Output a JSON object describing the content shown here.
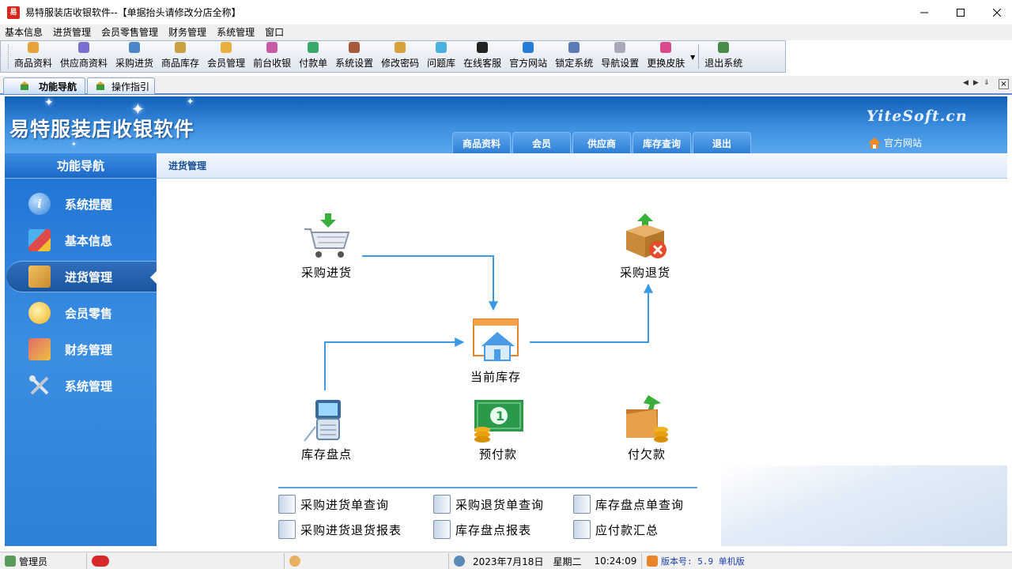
{
  "window": {
    "title": "易特服装店收银软件--【单据抬头请修改分店全称】",
    "app_icon_text": "易"
  },
  "menu": [
    "基本信息",
    "进货管理",
    "会员零售管理",
    "财务管理",
    "系统管理",
    "窗口"
  ],
  "toolbar": {
    "buttons": [
      {
        "label": "商品资料",
        "icon": "product-icon",
        "color": "#e8a23a"
      },
      {
        "label": "供应商资料",
        "icon": "supplier-icon",
        "color": "#7a6fcf"
      },
      {
        "label": "采购进货",
        "icon": "purchase-icon",
        "color": "#4a86c8"
      },
      {
        "label": "商品库存",
        "icon": "inventory-icon",
        "color": "#c8a040"
      },
      {
        "label": "会员管理",
        "icon": "member-icon",
        "color": "#e8b040"
      },
      {
        "label": "前台收银",
        "icon": "cashier-icon",
        "color": "#c85aa8"
      },
      {
        "label": "付款单",
        "icon": "payment-icon",
        "color": "#3aa86a"
      },
      {
        "label": "系统设置",
        "icon": "settings-icon",
        "color": "#a85a3a"
      },
      {
        "label": "修改密码",
        "icon": "password-icon",
        "color": "#d8a23a"
      },
      {
        "label": "问题库",
        "icon": "question-icon",
        "color": "#4ab0e0"
      },
      {
        "label": "在线客服",
        "icon": "qq-icon",
        "color": "#222222"
      },
      {
        "label": "官方网站",
        "icon": "ie-icon",
        "color": "#2a7ad8"
      },
      {
        "label": "锁定系统",
        "icon": "lock-icon",
        "color": "#5a7ab8"
      },
      {
        "label": "导航设置",
        "icon": "nav-settings-icon",
        "color": "#a8a8b8"
      },
      {
        "label": "更换皮肤",
        "icon": "skin-icon",
        "color": "#d84a8a"
      }
    ],
    "exit_label": "退出系统"
  },
  "tabs": [
    {
      "label": "功能导航",
      "active": true
    },
    {
      "label": "操作指引",
      "active": false
    }
  ],
  "banner": {
    "title": "易特服装店收银软件",
    "brand": "YiteSoft.cn",
    "official_site": "官方网站",
    "nav_tabs": [
      "商品资料",
      "会员",
      "供应商",
      "库存查询",
      "退出"
    ]
  },
  "sidebar": {
    "header": "功能导航",
    "items": [
      {
        "label": "系统提醒",
        "icon": "info-icon",
        "color": "#5aa0e0"
      },
      {
        "label": "基本信息",
        "icon": "cubes-icon",
        "color": "#e05a5a"
      },
      {
        "label": "进货管理",
        "icon": "box-icon",
        "color": "#e0a040"
      },
      {
        "label": "会员零售",
        "icon": "chat-icon",
        "color": "#f0c040"
      },
      {
        "label": "财务管理",
        "icon": "finance-icon",
        "color": "#d06060"
      },
      {
        "label": "系统管理",
        "icon": "tools-icon",
        "color": "#c0c8d8"
      }
    ],
    "active_index": 2
  },
  "main": {
    "breadcrumb": "进货管理",
    "nodes": {
      "purchase_in": "采购进货",
      "purchase_return": "采购退货",
      "current_stock": "当前库存",
      "stock_check": "库存盘点",
      "prepayment": "预付款",
      "payable": "付欠款"
    },
    "reports": [
      "采购进货单查询",
      "采购退货单查询",
      "库存盘点单查询",
      "采购进货退货报表",
      "库存盘点报表",
      "应付款汇总"
    ]
  },
  "status": {
    "user": "管理员",
    "date": "2023年7月18日",
    "weekday": "星期二",
    "time": "10:24:09",
    "version": "版本号: 5.9 单机版"
  }
}
